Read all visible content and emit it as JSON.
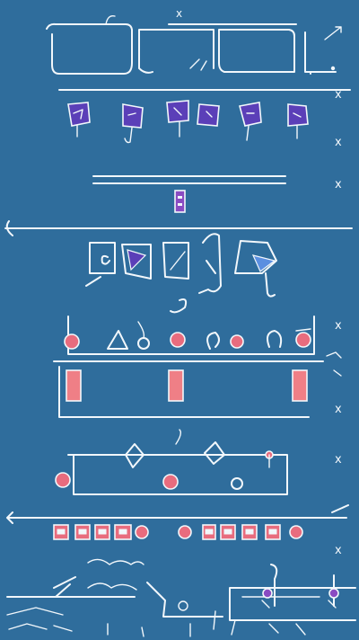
{
  "marks": {
    "top_center": "x",
    "side_1": "x",
    "side_2": "x",
    "side_3": "x",
    "side_4": "x",
    "side_5": "x",
    "side_6": "x",
    "side_7": "x"
  },
  "colors": {
    "background": "#2f6d9c",
    "line": "#f2f7fb",
    "pin": "#5b3fb8",
    "accent_pink": "#e86c7e",
    "accent_purple": "#8a4bc2"
  }
}
